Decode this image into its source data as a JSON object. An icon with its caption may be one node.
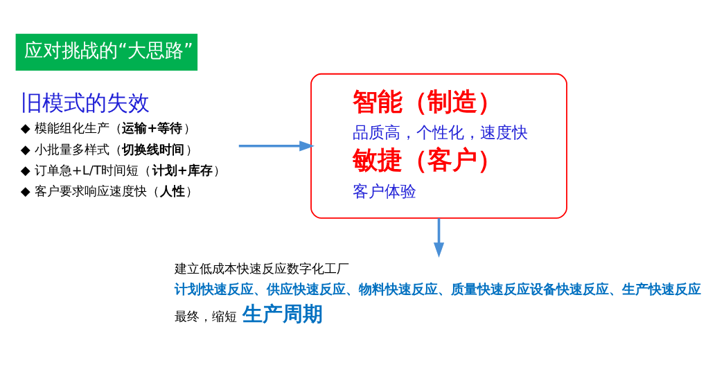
{
  "diagram": {
    "title": "应对挑战的“大思路”",
    "nodes": [
      {
        "text": [
          "旧模式的失效",
          "◆ 模能组化生产（**运输+等待**）",
          "◆ 小批量多样式（**切换线时间**）",
          "◆ 订单急+L/T时间短（**计划+库存**）",
          "◆ 客户要求响应速度快（**人性**）"
        ]
      },
      {
        "text": [
          "智能（制造）",
          "品质高，个性化，速度快",
          "敏捷（客户）",
          "客户体验"
        ]
      },
      {
        "text": [
          "建立低成本快速反应数字化工厂",
          "计划快速反应、供应快速反应、物料快速反应、质量快速反应设备快速反应、生产快速反应",
          "最终，缩短",
          "生产周期"
        ]
      }
    ],
    "edges": [
      {
        "from": 0,
        "to": 1,
        "arrow": "to"
      },
      {
        "from": 1,
        "to": 2,
        "arrow": "to"
      }
    ]
  }
}
